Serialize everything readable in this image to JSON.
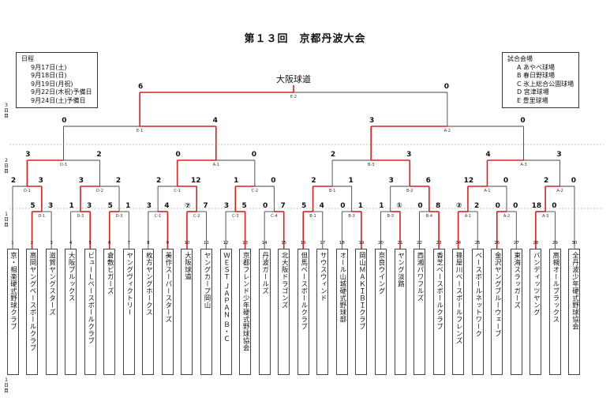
{
  "title": "第１３回　京都丹波大会",
  "schedule": {
    "heading": "日程",
    "lines": [
      "9月17日(土)",
      "9月18日(日)",
      "9月19日(月祝)",
      "9月22日(木祝)予備日",
      "9月24日(土)予備日"
    ]
  },
  "venues": {
    "heading": "試合会場",
    "lines": [
      "A あやべ球場",
      "B 春日野球場",
      "C 氷上総合公園球場",
      "D 宮津球場",
      "E 豊里球場"
    ]
  },
  "final_venue": "大阪球道",
  "day_labels": {
    "day3": "3日目",
    "day2": "2日目",
    "day1": "1日目",
    "day1b": "1日目"
  },
  "teams": [
    {
      "num": "1",
      "name": "京・相楽硬式野球クラブ"
    },
    {
      "num": "2",
      "name": "高岡ヤングベースボールクラブ"
    },
    {
      "num": "3",
      "name": "滋賀ヤングスターズ"
    },
    {
      "num": "4",
      "name": "大阪ブルックス"
    },
    {
      "num": "5",
      "name": "ビューＬベースボールクラブ"
    },
    {
      "num": "6",
      "name": "倉敷ビガーズ"
    },
    {
      "num": "7",
      "name": "ヤングヴィクトリー"
    },
    {
      "num": "8",
      "name": "枚方ヤングホークス"
    },
    {
      "num": "9",
      "name": "美作スーパースターズ"
    },
    {
      "num": "10",
      "name": "大阪球道"
    },
    {
      "num": "11",
      "name": "ヤングカープ岡山"
    },
    {
      "num": "12",
      "name": "ＷＥＳＴ ＪＡＰＡＮ Ｂ・Ｃ"
    },
    {
      "num": "13",
      "name": "京都フレンド少年硬式野球協会"
    },
    {
      "num": "14",
      "name": "丹波ガールズ"
    },
    {
      "num": "15",
      "name": "北大阪ドラゴンズ"
    },
    {
      "num": "16",
      "name": "但馬ベースボールクラブ"
    },
    {
      "num": "17",
      "name": "サウスウィンド"
    },
    {
      "num": "18",
      "name": "オール山城硬式野球部"
    },
    {
      "num": "19",
      "name": "岡山ＭＡＫＩＢＩクラブ"
    },
    {
      "num": "20",
      "name": "奈良ウイング"
    },
    {
      "num": "21",
      "name": "ヤング淡路"
    },
    {
      "num": "22",
      "name": "西湘パワフルズ"
    },
    {
      "num": "23",
      "name": "香芝ベースボールクラブ"
    },
    {
      "num": "24",
      "name": "篠屋川ベースボールフレンズ"
    },
    {
      "num": "25",
      "name": "ベースボールネットワーク"
    },
    {
      "num": "26",
      "name": "金沢ヤングブルーウェーブ"
    },
    {
      "num": "27",
      "name": "東海スラッガーズ"
    },
    {
      "num": "28",
      "name": "バンディッツヤング"
    },
    {
      "num": "29",
      "name": "高槻オールブラックス"
    },
    {
      "num": "30",
      "name": "全丹波少年硬式野球協会"
    }
  ],
  "matches": [
    {
      "label": "D-1",
      "s1": "5",
      "s2": "3"
    },
    {
      "label": "D-3",
      "s1": "1",
      "s2": "3"
    },
    {
      "label": "D-3",
      "s1": "5",
      "s2": "1"
    },
    {
      "label": "C-1",
      "s1": "3",
      "s2": "4"
    },
    {
      "label": "C-2",
      "s1": "⑦",
      "s2": "7"
    },
    {
      "label": "C-3",
      "s1": "3",
      "s2": "5"
    },
    {
      "label": "C-4",
      "s1": "0",
      "s2": "7"
    },
    {
      "label": "B-1",
      "s1": "5",
      "s2": "4"
    },
    {
      "label": "B-3",
      "s1": "0",
      "s2": "1"
    },
    {
      "label": "B-3",
      "s1": "1",
      "s2": "①"
    },
    {
      "label": "B-4",
      "s1": "0",
      "s2": "8"
    },
    {
      "label": "A-1",
      "s1": "②",
      "s2": "2"
    },
    {
      "label": "A-2",
      "s1": "0",
      "s2": "0"
    },
    {
      "label": "A-3",
      "s1": "18",
      "s2": "0"
    },
    {
      "label": "D-1",
      "s1": "2",
      "s2": "3"
    },
    {
      "label": "D-2",
      "s1": "3",
      "s2": "2"
    },
    {
      "label": "C-1",
      "s1": "2",
      "s2": "12"
    },
    {
      "label": "C-2",
      "s1": "1",
      "s2": "0"
    },
    {
      "label": "B-1",
      "s1": "2",
      "s2": "1"
    },
    {
      "label": "B-2",
      "s1": "3",
      "s2": "6"
    },
    {
      "label": "A-1",
      "s1": "12",
      "s2": "0"
    },
    {
      "label": "A-2",
      "s1": "2",
      "s2": "0"
    },
    {
      "label": "D-3",
      "s1": "3",
      "s2": "2"
    },
    {
      "label": "A-1",
      "s1": "0",
      "s2": "0"
    },
    {
      "label": "B-3",
      "s1": "2",
      "s2": "3"
    },
    {
      "label": "A-3",
      "s1": "4",
      "s2": "3"
    },
    {
      "label": "E-1",
      "s1": "0",
      "s2": "4"
    },
    {
      "label": "A-2",
      "s1": "3",
      "s2": "0"
    },
    {
      "label": "E-2",
      "s1": "6",
      "s2": "0"
    }
  ],
  "colors": {
    "winner_line": "#d62020",
    "line": "#444444"
  }
}
